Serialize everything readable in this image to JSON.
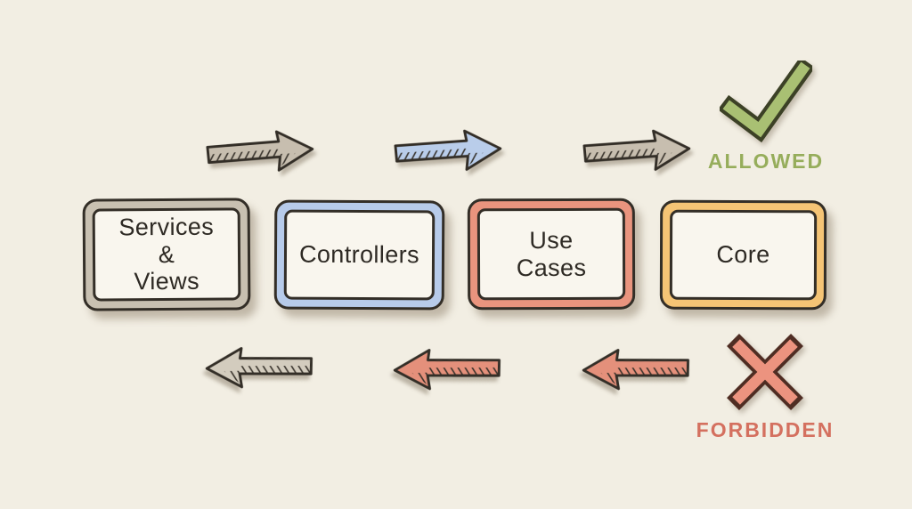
{
  "diagram": {
    "boxes": [
      {
        "name": "services-views",
        "lines": [
          "Services",
          "&",
          "Views"
        ]
      },
      {
        "name": "controllers",
        "lines": [
          "Controllers"
        ]
      },
      {
        "name": "use-cases",
        "lines": [
          "Use",
          "Cases"
        ]
      },
      {
        "name": "core",
        "lines": [
          "Core"
        ]
      }
    ],
    "arrows": {
      "top": [
        {
          "direction": "right",
          "color": "#c7beaf"
        },
        {
          "direction": "right",
          "color": "#b9cdea"
        },
        {
          "direction": "right",
          "color": "#c7beaf"
        }
      ],
      "bottom": [
        {
          "direction": "left",
          "color": "#d3ccbe"
        },
        {
          "direction": "left",
          "color": "#e4907b"
        },
        {
          "direction": "left",
          "color": "#e4907b"
        }
      ]
    },
    "legend": {
      "allowed_label": "ALLOWED",
      "forbidden_label": "FORBIDDEN"
    }
  },
  "colors": {
    "background": "#f2eee3",
    "outline": "#332e27",
    "text": "#2e2a24",
    "box-fill": "#f9f6ee",
    "box-services": "#c8c0b1",
    "box-controllers": "#b7cbea",
    "box-usecases": "#e9947e",
    "box-core": "#f5c475",
    "check-green": "#a9c073",
    "check-outline": "#3c4126",
    "allowed-text": "#96ad5b",
    "x-red": "#ec937f",
    "x-outline": "#4f2d23",
    "forbidden-text": "#d4705f"
  }
}
